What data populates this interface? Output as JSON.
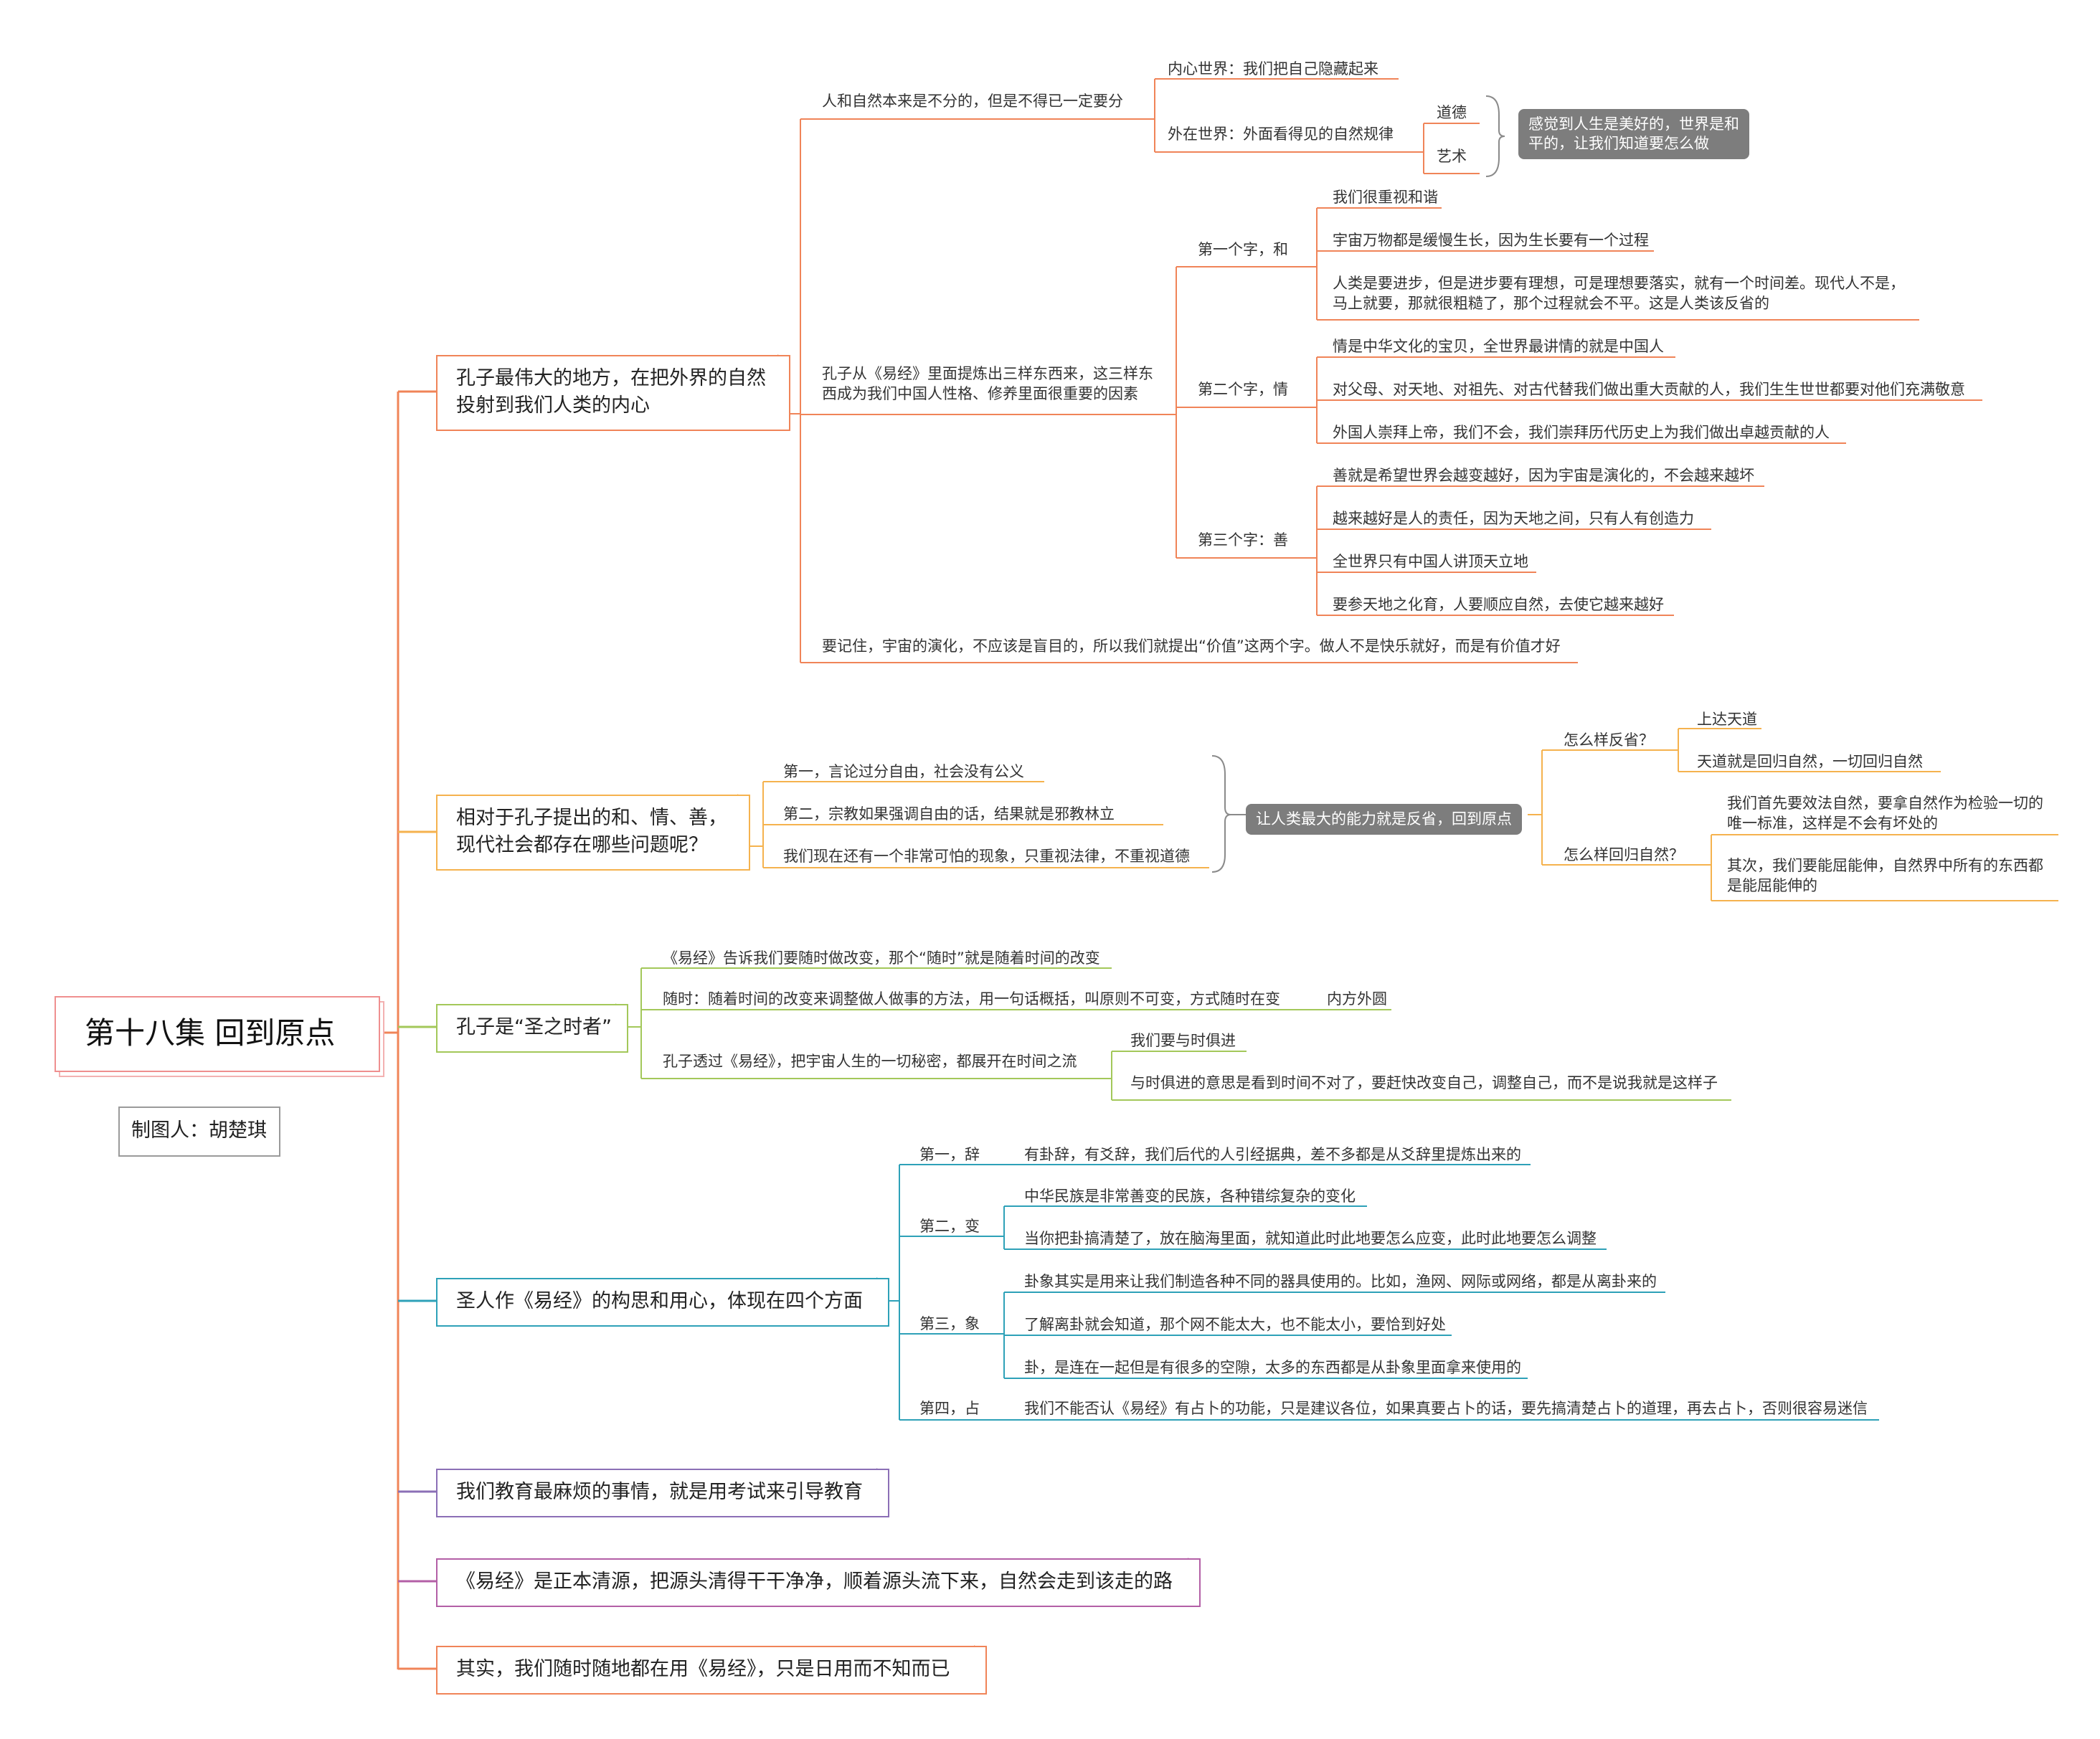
{
  "central": {
    "title": "第十八集  回到原点",
    "author": "制图人：胡楚琪"
  },
  "colors": {
    "orange": "#f08458",
    "amber": "#f5b24e",
    "green": "#a3c85a",
    "teal": "#2ea1b8",
    "purple": "#8b6fb6",
    "magenta": "#b35fa6",
    "gray": "#7d7d7d"
  },
  "branches": [
    {
      "label": "孔子最伟大的地方，在把外界的自然投射到我们人类的内心",
      "children": [
        {
          "label": "人和自然本来是不分的，但是不得已一定要分",
          "children": [
            {
              "label": "内心世界：我们把自己隐藏起来"
            },
            {
              "label": "外在世界：外面看得见的自然规律",
              "children": [
                {
                  "label": "道德"
                },
                {
                  "label": "艺术"
                }
              ],
              "summary": "感觉到人生是美好的，世界是和平的，让我们知道要怎么做"
            }
          ]
        },
        {
          "label": "孔子从《易经》里面提炼出三样东西来，这三样东西成为我们中国人性格、修养里面很重要的因素",
          "children": [
            {
              "label": "第一个字，和",
              "children": [
                {
                  "label": "我们很重视和谐"
                },
                {
                  "label": "宇宙万物都是缓慢生长，因为生长要有一个过程"
                },
                {
                  "label": "人类是要进步，但是进步要有理想，可是理想要落实，就有一个时间差。现代人不是，马上就要，那就很粗糙了，那个过程就会不平。这是人类该反省的"
                }
              ]
            },
            {
              "label": "第二个字，情",
              "children": [
                {
                  "label": "情是中华文化的宝贝，全世界最讲情的就是中国人"
                },
                {
                  "label": "对父母、对天地、对祖先、对古代替我们做出重大贡献的人，我们生生世世都要对他们充满敬意"
                },
                {
                  "label": "外国人崇拜上帝，我们不会，我们崇拜历代历史上为我们做出卓越贡献的人"
                }
              ]
            },
            {
              "label": "第三个字：善",
              "children": [
                {
                  "label": "善就是希望世界会越变越好，因为宇宙是演化的，不会越来越坏"
                },
                {
                  "label": "越来越好是人的责任，因为天地之间，只有人有创造力"
                },
                {
                  "label": "全世界只有中国人讲顶天立地"
                },
                {
                  "label": "要参天地之化育，人要顺应自然，去使它越来越好"
                }
              ]
            }
          ]
        },
        {
          "label": "要记住，宇宙的演化，不应该是盲目的，所以我们就提出“价值”这两个字。做人不是快乐就好，而是有价值才好"
        }
      ]
    },
    {
      "label": "相对于孔子提出的和、情、善，现代社会都存在哪些问题呢？",
      "children": [
        {
          "label": "第一，言论过分自由，社会没有公义"
        },
        {
          "label": "第二，宗教如果强调自由的话，结果就是邪教林立"
        },
        {
          "label": "我们现在还有一个非常可怕的现象，只重视法律，不重视道德"
        }
      ],
      "summary": {
        "label": "让人类最大的能力就是反省，回到原点",
        "children": [
          {
            "label": "怎么样反省？",
            "children": [
              {
                "label": "上达天道"
              },
              {
                "label": "天道就是回归自然，一切回归自然"
              }
            ]
          },
          {
            "label": "怎么样回归自然？",
            "children": [
              {
                "label": "我们首先要效法自然，要拿自然作为检验一切的唯一标准，这样是不会有坏处的"
              },
              {
                "label": "其次，我们要能屈能伸，自然界中所有的东西都是能屈能伸的"
              }
            ]
          }
        ]
      }
    },
    {
      "label": "孔子是“圣之时者”",
      "children": [
        {
          "label": "《易经》告诉我们要随时做改变，那个“随时”就是随着时间的改变"
        },
        {
          "label": "随时：随着时间的改变来调整做人做事的方法，用一句话概括，叫原则不可变，方式随时在变",
          "children": [
            {
              "label": "内方外圆"
            }
          ]
        },
        {
          "label": "孔子透过《易经》，把宇宙人生的一切秘密，都展开在时间之流",
          "children": [
            {
              "label": "我们要与时俱进"
            },
            {
              "label": "与时俱进的意思是看到时间不对了，要赶快改变自己，调整自己，而不是说我就是这样子"
            }
          ]
        }
      ]
    },
    {
      "label": "圣人作《易经》的构思和用心，体现在四个方面",
      "children": [
        {
          "label": "第一，辞",
          "children": [
            {
              "label": "有卦辞，有爻辞，我们后代的人引经据典，差不多都是从爻辞里提炼出来的"
            }
          ]
        },
        {
          "label": "第二，变",
          "children": [
            {
              "label": "中华民族是非常善变的民族，各种错综复杂的变化"
            },
            {
              "label": "当你把卦搞清楚了，放在脑海里面，就知道此时此地要怎么应变，此时此地要怎么调整"
            }
          ]
        },
        {
          "label": "第三，象",
          "children": [
            {
              "label": "卦象其实是用来让我们制造各种不同的器具使用的。比如，渔网、网际或网络，都是从离卦来的"
            },
            {
              "label": "了解离卦就会知道，那个网不能太大，也不能太小，要恰到好处"
            },
            {
              "label": "卦，是连在一起但是有很多的空隙，太多的东西都是从卦象里面拿来使用的"
            }
          ]
        },
        {
          "label": "第四，占",
          "children": [
            {
              "label": "我们不能否认《易经》有占卜的功能，只是建议各位，如果真要占卜的话，要先搞清楚占卜的道理，再去占卜，否则很容易迷信"
            }
          ]
        }
      ]
    },
    {
      "label": "我们教育最麻烦的事情，就是用考试来引导教育"
    },
    {
      "label": "《易经》是正本清源，把源头清得干干净净，顺着源头流下来，自然会走到该走的路"
    },
    {
      "label": "其实，我们随时随地都在用《易经》，只是日用而不知而已"
    }
  ]
}
